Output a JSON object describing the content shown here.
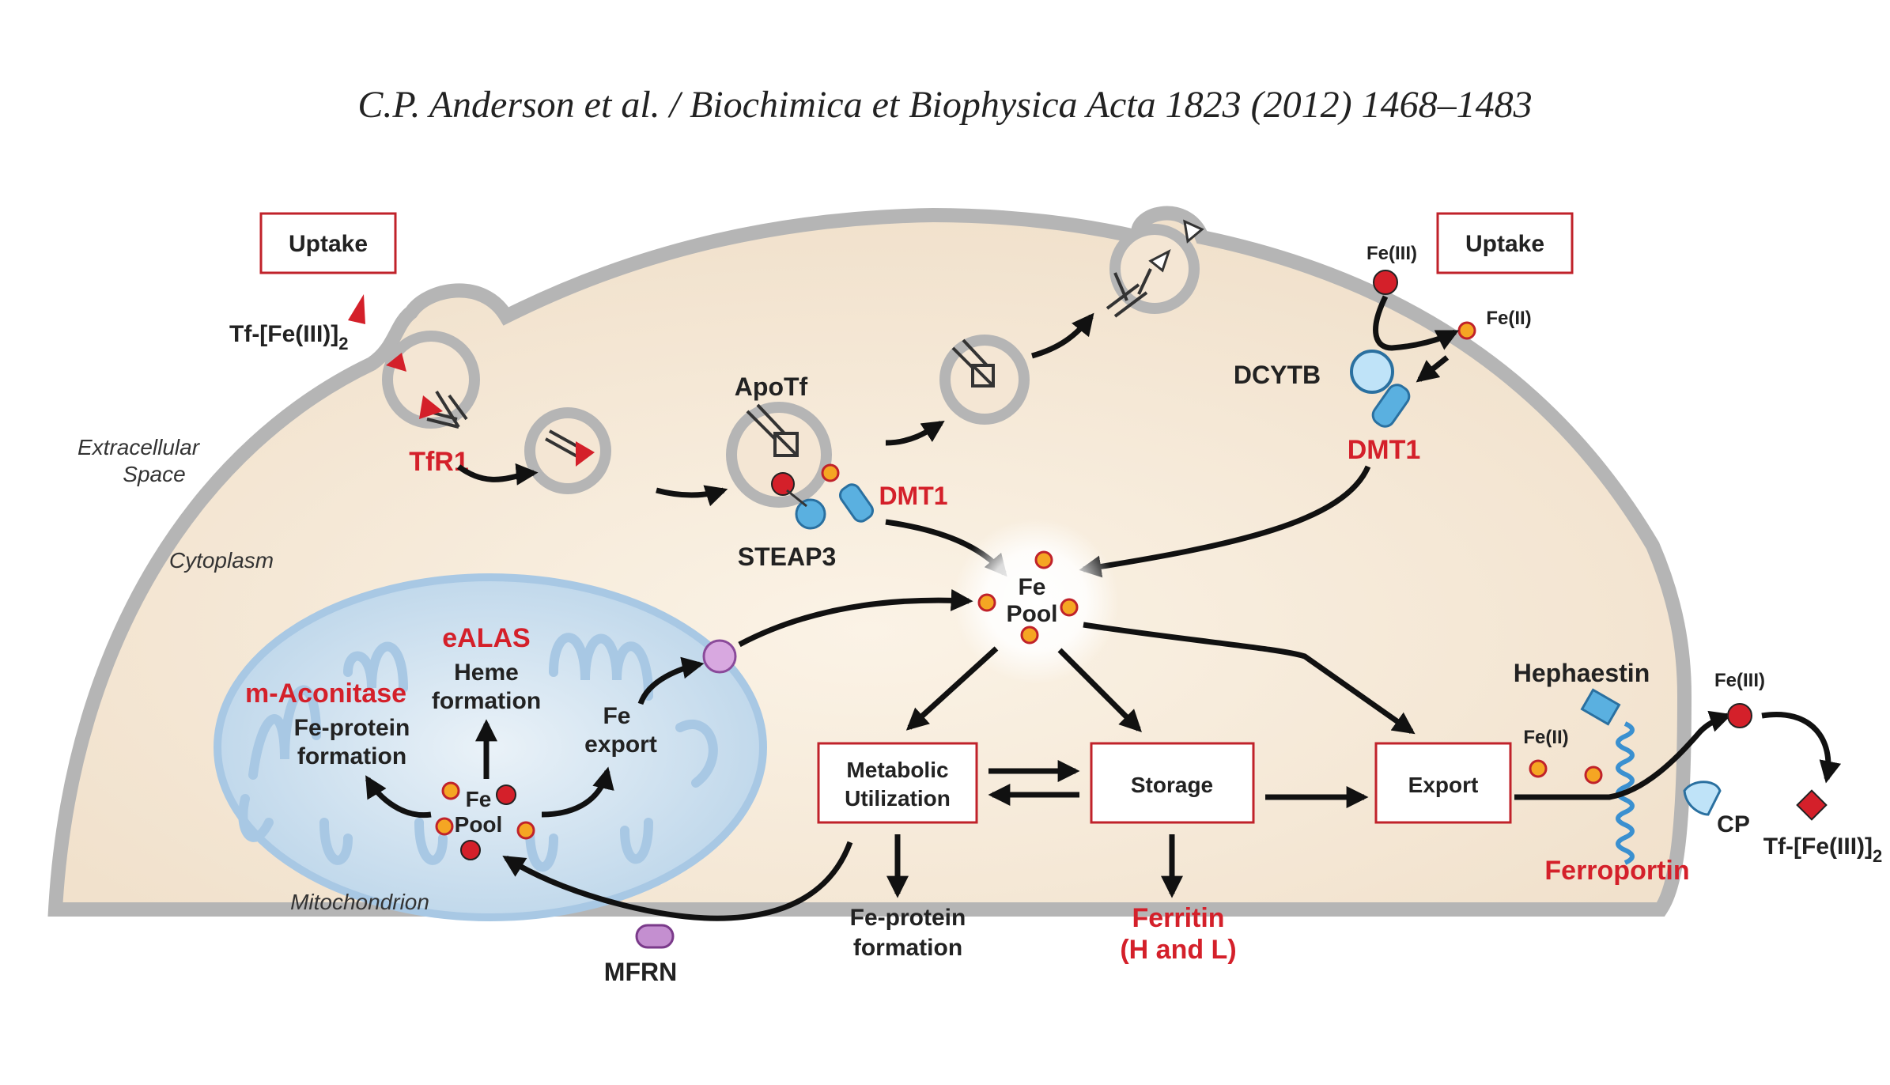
{
  "header": {
    "citation": "C.P. Anderson et al. / Biochimica et Biophysica Acta 1823 (2012) 1468–1483"
  },
  "regions": {
    "extracellular": [
      "Extracellular",
      "Space"
    ],
    "cytoplasm": "Cytoplasm",
    "mitochondrion": "Mitochondrion"
  },
  "boxes": {
    "uptake_left": "Uptake",
    "uptake_right": "Uptake",
    "metabolic": [
      "Metabolic",
      "Utilization"
    ],
    "storage": "Storage",
    "export": "Export"
  },
  "labels": {
    "tf_fe_left": "Tf-[Fe(III)]",
    "tf_sub": "2",
    "tfr1": "TfR1",
    "apotf": "ApoTf",
    "dmt1_endosome": "DMT1",
    "steap3": "STEAP3",
    "fe3_top": "Fe(III)",
    "fe2_top": "Fe(II)",
    "dcytb": "DCYTB",
    "dmt1_membrane": "DMT1",
    "fe_pool": [
      "Fe",
      "Pool"
    ],
    "ealas": "eALAS",
    "heme_formation": [
      "Heme",
      "formation"
    ],
    "m_aconitase": "m-Aconitase",
    "fe_protein_mito": [
      "Fe-protein",
      "formation"
    ],
    "fe_export": [
      "Fe",
      "export"
    ],
    "mito_pool": [
      "Fe",
      "Pool"
    ],
    "mfrn": "MFRN",
    "fe_protein_formation": [
      "Fe-protein",
      "formation"
    ],
    "ferritin": [
      "Ferritin",
      "(H and L)"
    ],
    "hephaestin": "Hephaestin",
    "fe2_right": "Fe(II)",
    "fe3_right": "Fe(III)",
    "cp": "CP",
    "ferroportin": "Ferroportin",
    "tf_fe_right": "Tf-[Fe(III)]"
  },
  "colors": {
    "label_red": "#d4202a",
    "cytoplasm_fill": "#f4e6d4",
    "membrane": "#b8b8b8",
    "mito_fill": "#cfe0ee",
    "mito_membrane": "#a8c8e4",
    "iron_orange": "#f5a623",
    "iron_red": "#d4202a",
    "protein_blue": "#5ab0e0",
    "mfrn_purple": "#c48fd0"
  }
}
